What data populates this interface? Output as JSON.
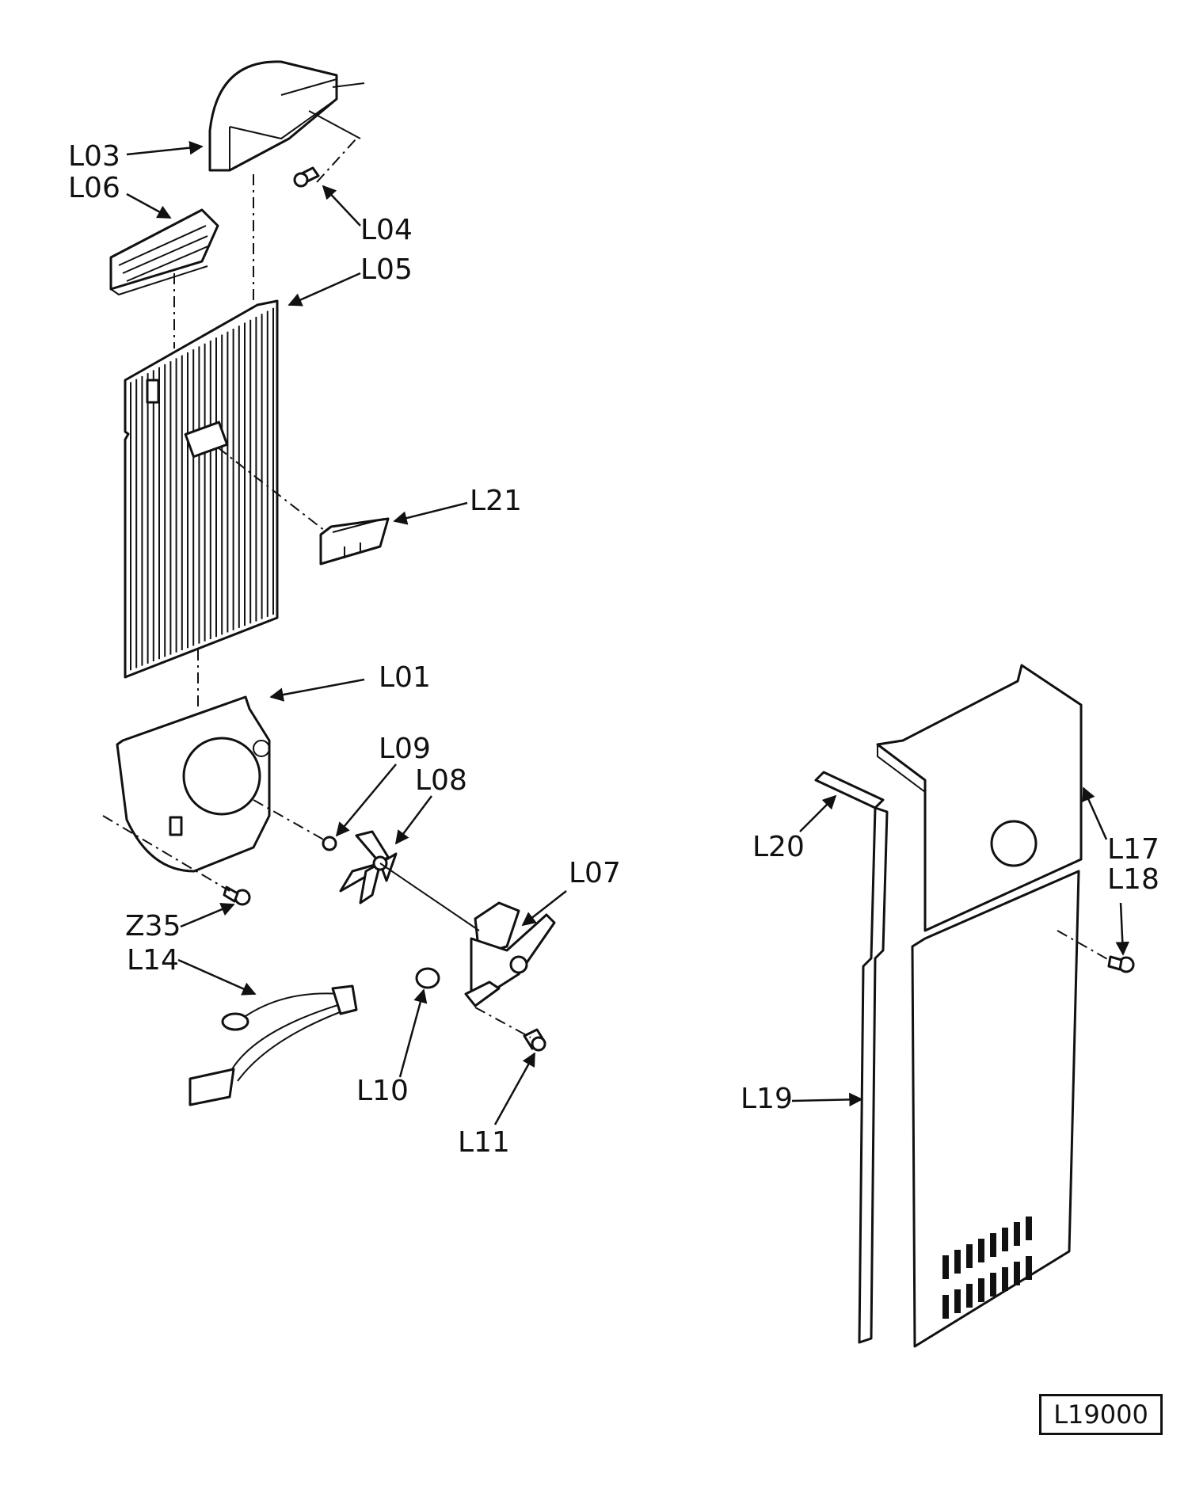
{
  "callouts": {
    "L03": "L03",
    "L06": "L06",
    "L04": "L04",
    "L05": "L05",
    "L21": "L21",
    "L01": "L01",
    "L09": "L09",
    "L08": "L08",
    "L07": "L07",
    "Z35": "Z35",
    "L14": "L14",
    "L10": "L10",
    "L11": "L11",
    "L20": "L20",
    "L17": "L17",
    "L18": "L18",
    "L19": "L19"
  },
  "diagram_ref": "L19000"
}
